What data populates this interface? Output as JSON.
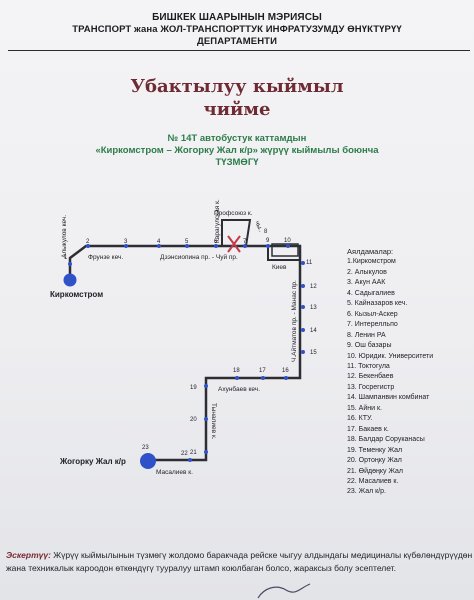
{
  "header": {
    "line1": "БИШКЕК ШААРЫНЫН МЭРИЯСЫ",
    "line2": "ТРАНСПОРТ жана ЖОЛ-ТРАНСПОРТТУК ИНФРАТУЗУМДУ ӨНҮКТҮРҮҮ",
    "line3": "ДЕПАРТАМЕНТИ"
  },
  "title": {
    "line1": "Убактылуу кыймыл",
    "line2": "чийме"
  },
  "subtitle": {
    "line1": "№ 14Т автобустук каттамдын",
    "line2": "«Киркомстром – Жогорку Жал к/р» жүрүү кыймылы боюнча",
    "line3": "ТҮЗМӨГҮ"
  },
  "map": {
    "route_color": "#2d2d35",
    "stop_color": "#2f52c9",
    "blocked_color": "#c23a4a",
    "streets": {
      "alykulov": "Алыкулов кеч.",
      "frunze": "Фрунзе кеч.",
      "dzerzhinsky": "Дзэнсиопина пр. - Чуй пр.",
      "karagulskaya": "Карагулская к.",
      "profsoyuz": "Профсоюз к.",
      "kievsk": "Киев",
      "aitmatov": "Ч.Айтматов пр. - Манас пр.",
      "akhunbaev": "Ахунбаев кеч.",
      "tynaliev": "Тыналиев к.",
      "masaliev": "Масалиев к.",
      "small": "чы.."
    },
    "terminal_start": "Киркомстром",
    "terminal_end": "Жогорку Жал к/р",
    "stop_numbers": [
      "1",
      "2",
      "3",
      "4",
      "5",
      "6",
      "7",
      "8",
      "9",
      "10",
      "11",
      "12",
      "13",
      "14",
      "15",
      "16",
      "17",
      "18",
      "19",
      "20",
      "21",
      "22",
      "23"
    ]
  },
  "legend": {
    "heading": "Аялдамалар:",
    "items": [
      "1.Киркомстром",
      "2. Алыкулов",
      "3. Акун ААК",
      "4. Садыгалиев",
      "5. Кайназаров кеч.",
      "6. Кызыл-Аскер",
      "7. Интерелльпо",
      "8. Ленин РА",
      "9. Ош базары",
      "10. Юридик. Университети",
      "11. Токтогула",
      "12. Бекенбаев",
      "13. Госрегистр",
      "14. Шампанвин комбинат",
      "15. Айни к.",
      "16. КТУ.",
      "17. Бакаев к.",
      "18. Балдар Соруканасы",
      "19. Теменку Жал",
      "20. Ортоңку Жал",
      "21. Өйдөңку Жал",
      "22. Масалиев к.",
      "23. Жал к/р."
    ]
  },
  "footer": {
    "label": "Эскертүү:",
    "text": " Жүрүү кыймылынын түзмөгү жолдомо баракчада рейске чыгуу алдындагы медициналы күбөлөндүрүүдөн жана техникалык кароодон өткөндүгү тууралуу штамп коюлбаган болсо, жараксыз болу эсептелет."
  }
}
